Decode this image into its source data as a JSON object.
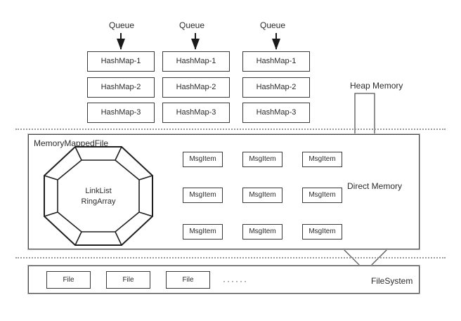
{
  "diagram": {
    "title_text_present": false,
    "colors": {
      "stroke": "#3a3a3a",
      "frame_stroke": "#4a4a4a",
      "frame_halo": "#b9b9b9",
      "dotted_separator": "#9a9a9a",
      "text": "#2b2b2b",
      "background": "#ffffff",
      "arrow_small": "#1a1a1a",
      "arrow_thin": "#555555"
    }
  },
  "queues": [
    {
      "label": "Queue"
    },
    {
      "label": "Queue"
    },
    {
      "label": "Queue"
    }
  ],
  "hashmap_columns": [
    {
      "rows": [
        "HashMap-1",
        "HashMap-2",
        "HashMap-3"
      ]
    },
    {
      "rows": [
        "HashMap-1",
        "HashMap-2",
        "HashMap-3"
      ]
    },
    {
      "rows": [
        "HashMap-1",
        "HashMap-2",
        "HashMap-3"
      ]
    }
  ],
  "memory_mapped_file": {
    "label": "MemoryMappedFile",
    "ring": {
      "line1": "LinkList",
      "line2": "RingArray",
      "shape": "octagon-ring"
    },
    "msg_rows": [
      {
        "items": [
          "MsgItem",
          "MsgItem",
          "MsgItem"
        ]
      },
      {
        "items": [
          "MsgItem",
          "MsgItem",
          "MsgItem"
        ]
      },
      {
        "items": [
          "MsgItem",
          "MsgItem",
          "MsgItem"
        ]
      }
    ]
  },
  "file_system": {
    "label": "FileSystem",
    "files": [
      "File",
      "File",
      "File"
    ],
    "ellipsis": "······"
  },
  "memory_tiers": {
    "heap": "Heap Memory",
    "direct": "Direct Memory"
  }
}
